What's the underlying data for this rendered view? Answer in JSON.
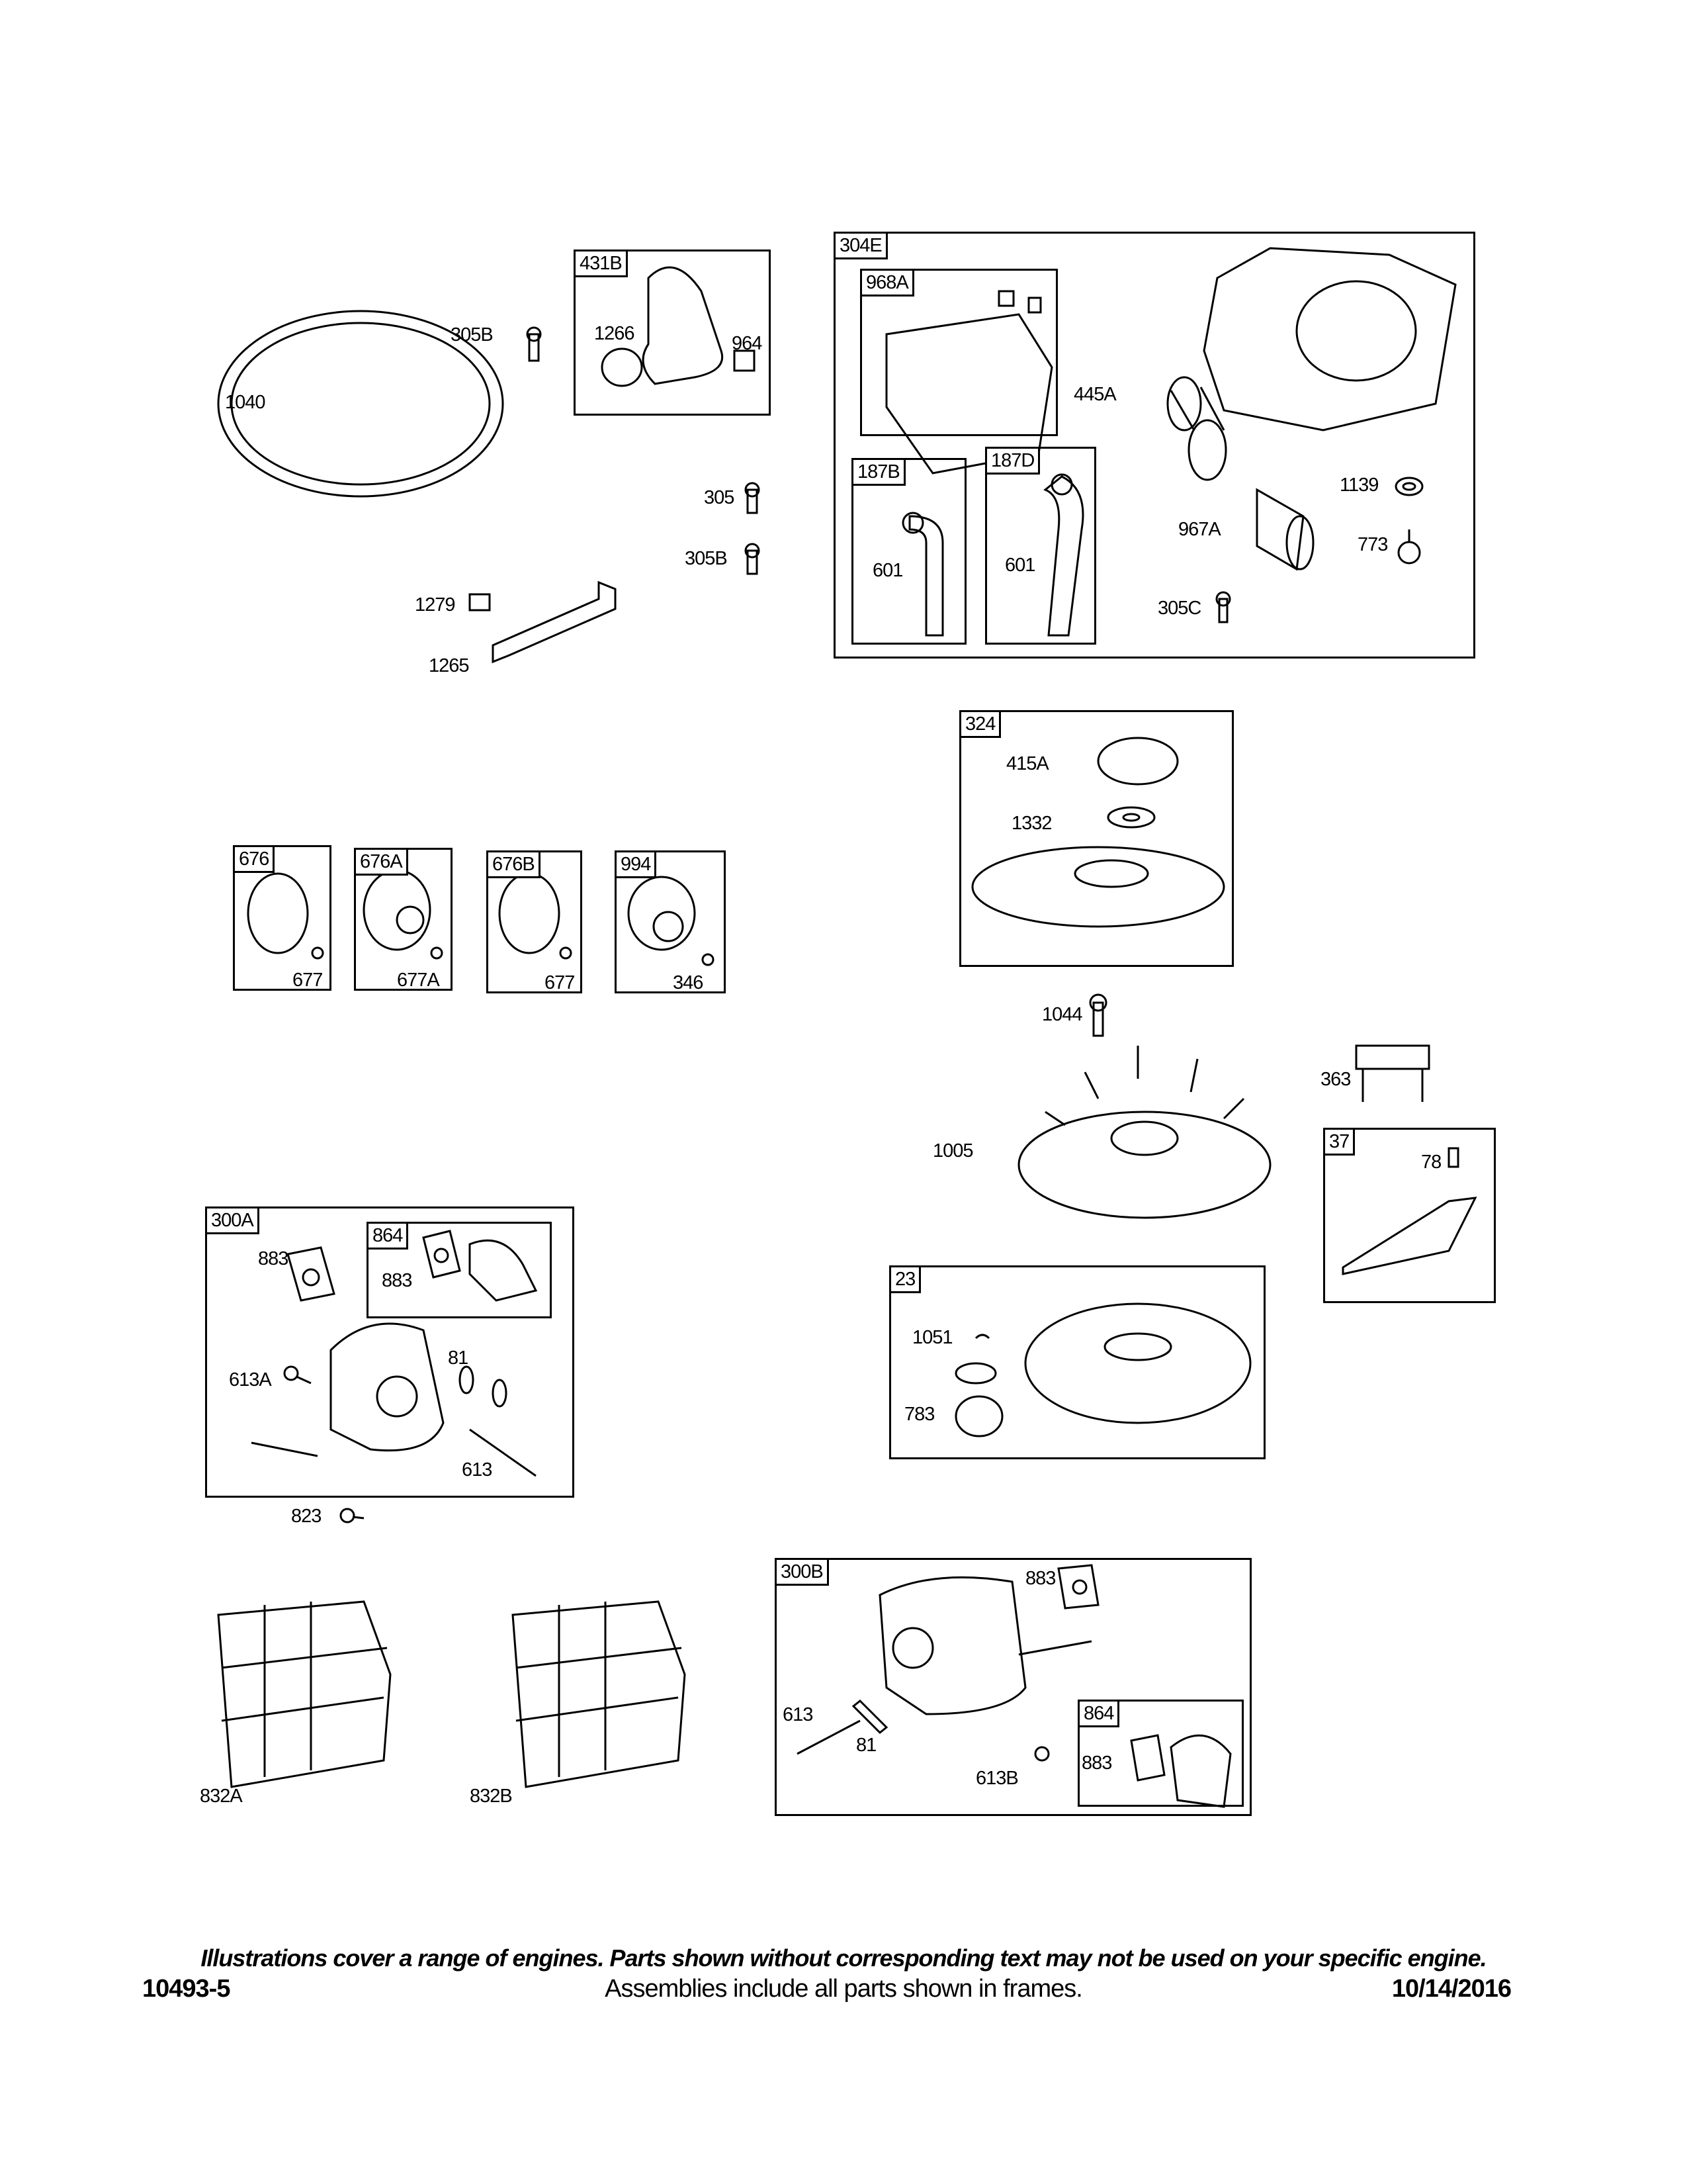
{
  "frames": {
    "f431B": "431B",
    "f304E": "304E",
    "f968A": "968A",
    "f187B": "187B",
    "f187D": "187D",
    "f324": "324",
    "f676": "676",
    "f676A": "676A",
    "f676B": "676B",
    "f994": "994",
    "f37": "37",
    "f300A": "300A",
    "f864a": "864",
    "f23": "23",
    "f300B": "300B",
    "f864b": "864"
  },
  "labels": {
    "l305B_a": "305B",
    "l1040": "1040",
    "l1266": "1266",
    "l964": "964",
    "l445A": "445A",
    "l1139": "1139",
    "l967A": "967A",
    "l773": "773",
    "l305C": "305C",
    "l601_a": "601",
    "l601_b": "601",
    "l305": "305",
    "l305B_b": "305B",
    "l1279": "1279",
    "l1265": "1265",
    "l415A": "415A",
    "l1332": "1332",
    "l677_a": "677",
    "l677A": "677A",
    "l677_b": "677",
    "l346": "346",
    "l1044": "1044",
    "l363": "363",
    "l78": "78",
    "l1005": "1005",
    "l883_a": "883",
    "l883_b": "883",
    "l81_a": "81",
    "l613A": "613A",
    "l613_a": "613",
    "l823": "823",
    "l1051": "1051",
    "l783": "783",
    "l883_c": "883",
    "l613_b": "613",
    "l81_b": "81",
    "l613B": "613B",
    "l883_d": "883",
    "l832A": "832A",
    "l832B": "832B"
  },
  "footer": {
    "disclaimer": "Illustrations cover a range of engines. Parts shown without corresponding text may not be used on your specific engine.",
    "diagram_number": "10493-5",
    "note": "Assemblies include all parts shown in frames.",
    "date": "10/14/2016"
  }
}
